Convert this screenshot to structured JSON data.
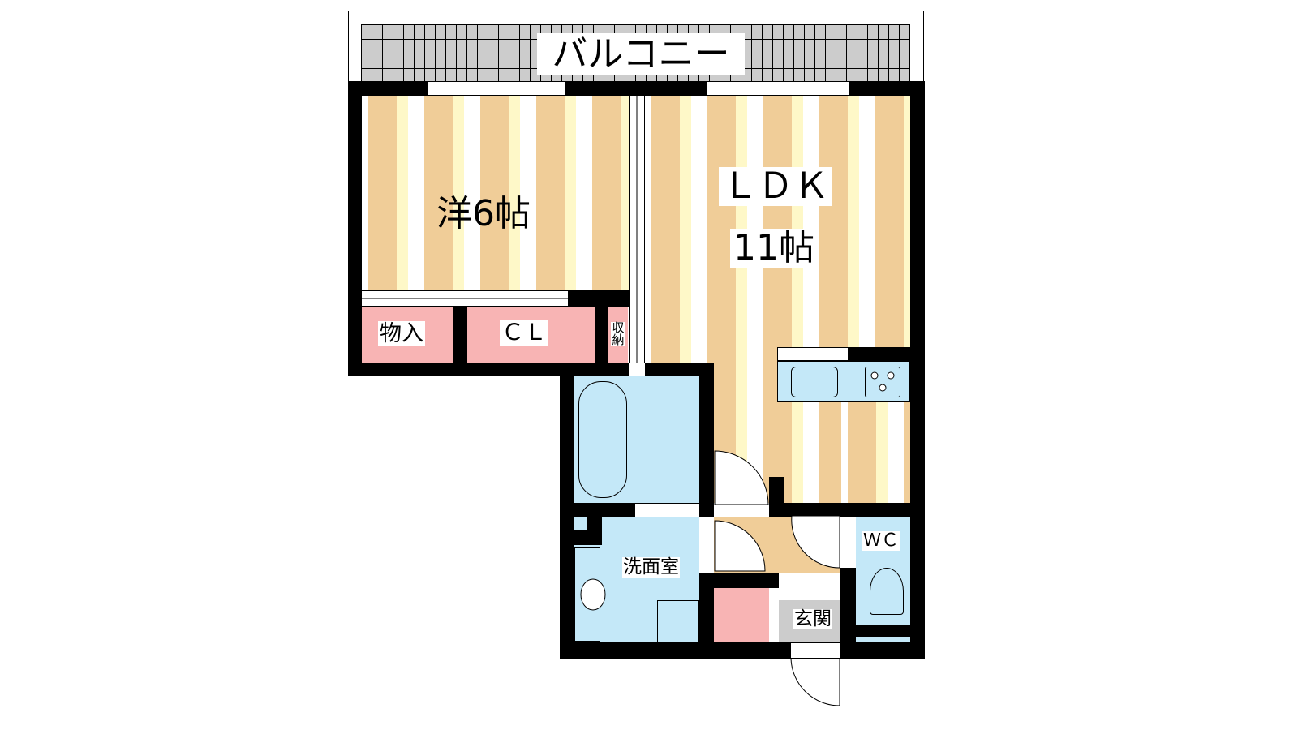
{
  "floorplan": {
    "balcony": "バルコニー",
    "western_room": "洋6帖",
    "ldk": "ＬＤＫ",
    "ldk_size": "11帖",
    "storage": "物入",
    "closet": "ＣＬ",
    "small_storage": "収納",
    "washroom": "洗面室",
    "entrance": "玄関",
    "toilet": "ＷＣ"
  },
  "colors": {
    "wall": "#000000",
    "flooring_tan": "#f0cd98",
    "flooring_cream": "#fef8c8",
    "wet_area": "#c4e8f8",
    "storage": "#f8b4b4",
    "entrance": "#cccccc"
  }
}
